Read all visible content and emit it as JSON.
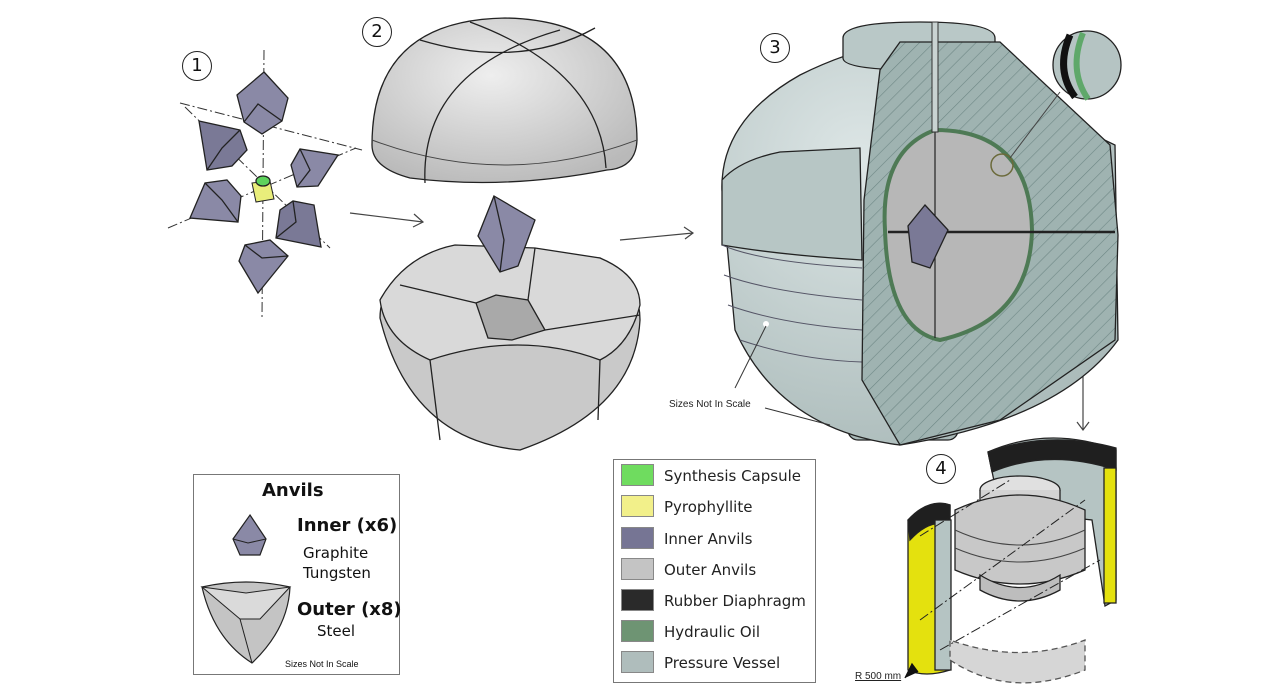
{
  "steps": [
    "1",
    "2",
    "3",
    "4"
  ],
  "notes": {
    "vessel_scale": "Sizes Not In Scale",
    "radius": "R 500 mm"
  },
  "anvils_panel": {
    "title": "Anvils",
    "inner_label": "Inner (x6)",
    "inner_material_1": "Graphite",
    "inner_material_2": "Tungsten",
    "outer_label": "Outer (x8)",
    "outer_material": "Steel",
    "scale_note": "Sizes Not In Scale"
  },
  "legend": [
    {
      "label": "Synthesis Capsule",
      "color": "#6fdc5f"
    },
    {
      "label": "Pyrophyllite",
      "color": "#f2f08a"
    },
    {
      "label": "Inner Anvils",
      "color": "#767594"
    },
    {
      "label": "Outer Anvils",
      "color": "#c4c4c4"
    },
    {
      "label": "Rubber Diaphragm",
      "color": "#2a2a2a"
    },
    {
      "label": "Hydraulic Oil",
      "color": "#6e9473"
    },
    {
      "label": "Pressure Vessel",
      "color": "#afbdbc"
    }
  ]
}
